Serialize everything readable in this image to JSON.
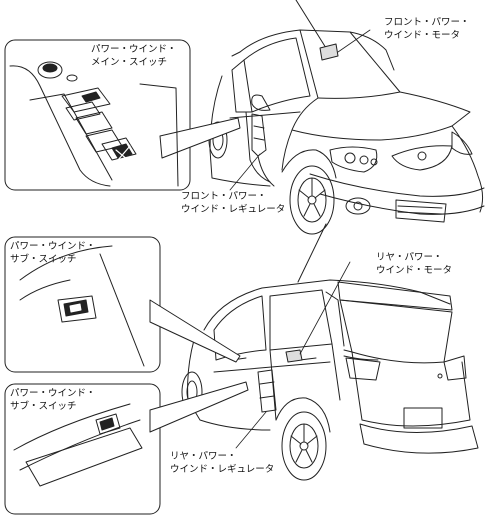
{
  "labels": {
    "front_motor": [
      "フロント・パワー・",
      "ウインド・モータ"
    ],
    "main_switch": [
      "パワー・ウインド・",
      "メイン・スイッチ"
    ],
    "front_regulator": [
      "フロント・パワー・",
      "ウインド・レギュレータ"
    ],
    "front_sub_switch": [
      "パワー・ウインド・",
      "サブ・スイッチ"
    ],
    "rear_motor": [
      "リヤ・パワー・",
      "ウインド・モータ"
    ],
    "rear_sub_switch": [
      "パワー・ウインド・",
      "サブ・スイッチ"
    ],
    "rear_regulator": [
      "リヤ・パワー・",
      "ウインド・レギュレータ"
    ]
  }
}
